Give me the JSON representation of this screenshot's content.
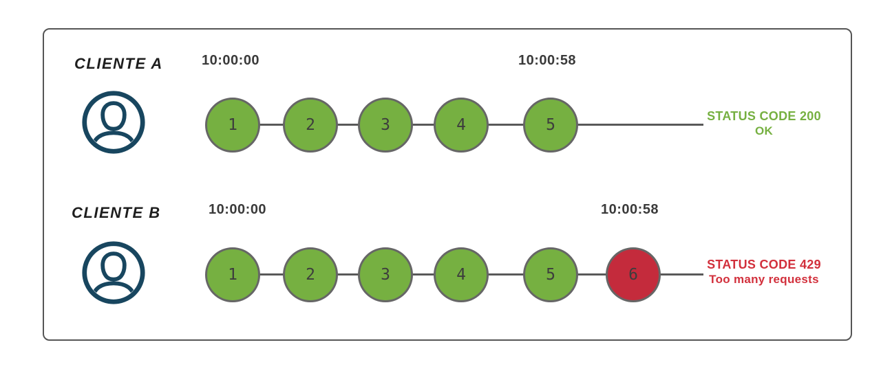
{
  "colors": {
    "success_green": "#76b041",
    "error_red": "#c42b3c",
    "status_green_text": "#76b041",
    "status_red_text": "#d2303c",
    "avatar_navy": "#18465f",
    "line_gray": "#595959",
    "circle_border": "#666666",
    "frame_border": "#555555",
    "time_text": "#3a3a3a",
    "label_text": "#1e1e1e",
    "number_text": "#3d3d3d"
  },
  "clients": [
    {
      "label": "CLIENTE A",
      "icon": "user-icon",
      "start_time": "10:00:00",
      "end_time": "10:00:58",
      "requests": [
        {
          "n": "1",
          "result": "ok"
        },
        {
          "n": "2",
          "result": "ok"
        },
        {
          "n": "3",
          "result": "ok"
        },
        {
          "n": "4",
          "result": "ok"
        },
        {
          "n": "5",
          "result": "ok"
        }
      ],
      "status": {
        "line1": "STATUS CODE 200",
        "line2": "OK"
      }
    },
    {
      "label": "CLIENTE B",
      "icon": "user-icon",
      "start_time": "10:00:00",
      "end_time": "10:00:58",
      "requests": [
        {
          "n": "1",
          "result": "ok"
        },
        {
          "n": "2",
          "result": "ok"
        },
        {
          "n": "3",
          "result": "ok"
        },
        {
          "n": "4",
          "result": "ok"
        },
        {
          "n": "5",
          "result": "ok"
        },
        {
          "n": "6",
          "result": "blocked"
        }
      ],
      "status": {
        "line1": "STATUS CODE 429",
        "line2": "Too many requests"
      }
    }
  ]
}
